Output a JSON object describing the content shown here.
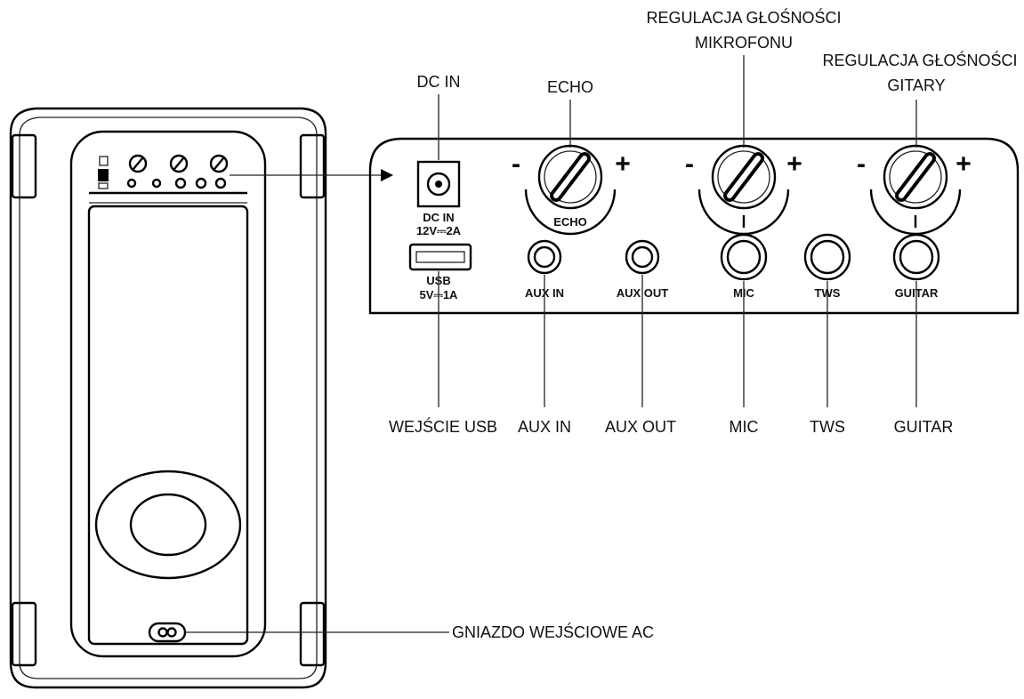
{
  "callouts": {
    "dc_in": "DC IN",
    "echo": "ECHO",
    "mic_volume_line1": "REGULACJA GŁOŚNOŚCI",
    "mic_volume_line2": "MIKROFONU",
    "guitar_volume_line1": "REGULACJA GŁOŚNOŚCI",
    "guitar_volume_line2": "GITARY",
    "usb_input": "WEJŚCIE USB",
    "aux_in": "AUX IN",
    "aux_out": "AUX OUT",
    "mic": "MIC",
    "tws": "TWS",
    "guitar": "GUITAR",
    "ac_socket": "GNIAZDO WEJŚCIOWE AC"
  },
  "panel_labels": {
    "dc_in_line1": "DC IN",
    "dc_in_line2": "12V⎓2A",
    "usb_line1": "USB",
    "usb_line2": "5V⎓1A",
    "echo_knob": "ECHO",
    "aux_in": "AUX IN",
    "aux_out": "AUX OUT",
    "mic": "MIC",
    "tws": "TWS",
    "guitar": "GUITAR",
    "minus": "-",
    "plus": "+"
  }
}
